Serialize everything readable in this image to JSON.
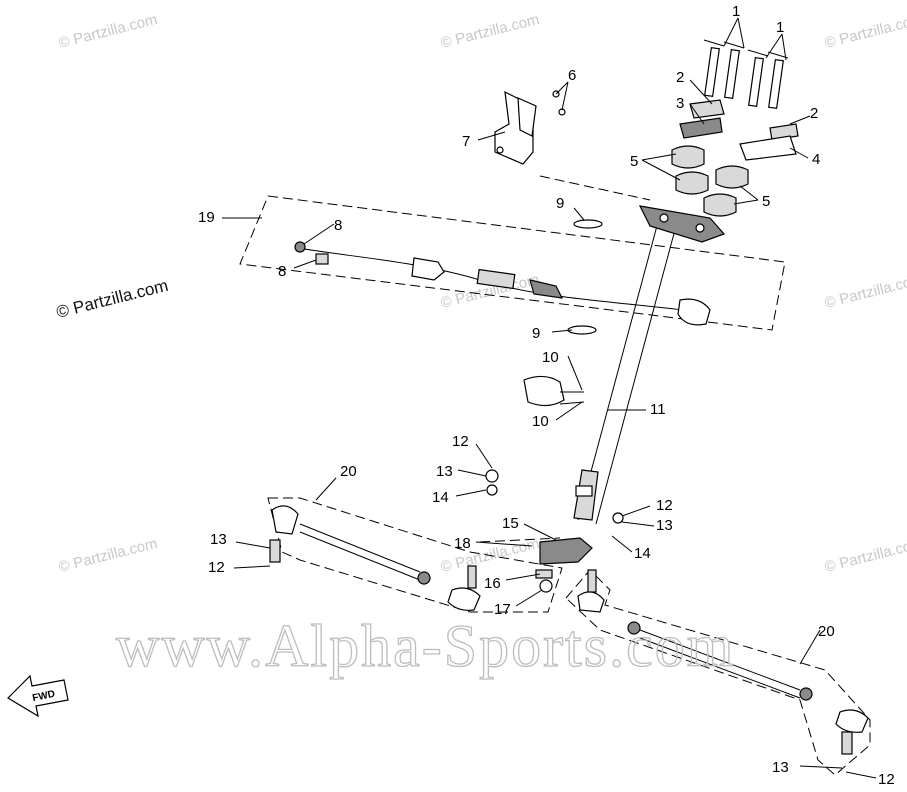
{
  "diagram": {
    "callouts": [
      "1",
      "1",
      "2",
      "2",
      "3",
      "4",
      "5",
      "5",
      "6",
      "7",
      "8",
      "8",
      "9",
      "9",
      "10",
      "10",
      "11",
      "12",
      "12",
      "12",
      "12",
      "13",
      "13",
      "13",
      "13",
      "14",
      "14",
      "15",
      "16",
      "17",
      "18",
      "19",
      "20",
      "20"
    ],
    "direction_label": "FWD"
  },
  "watermarks": {
    "partzilla": "© Partzilla.com",
    "alpha_sports": "www.Alpha-Sports.com"
  }
}
